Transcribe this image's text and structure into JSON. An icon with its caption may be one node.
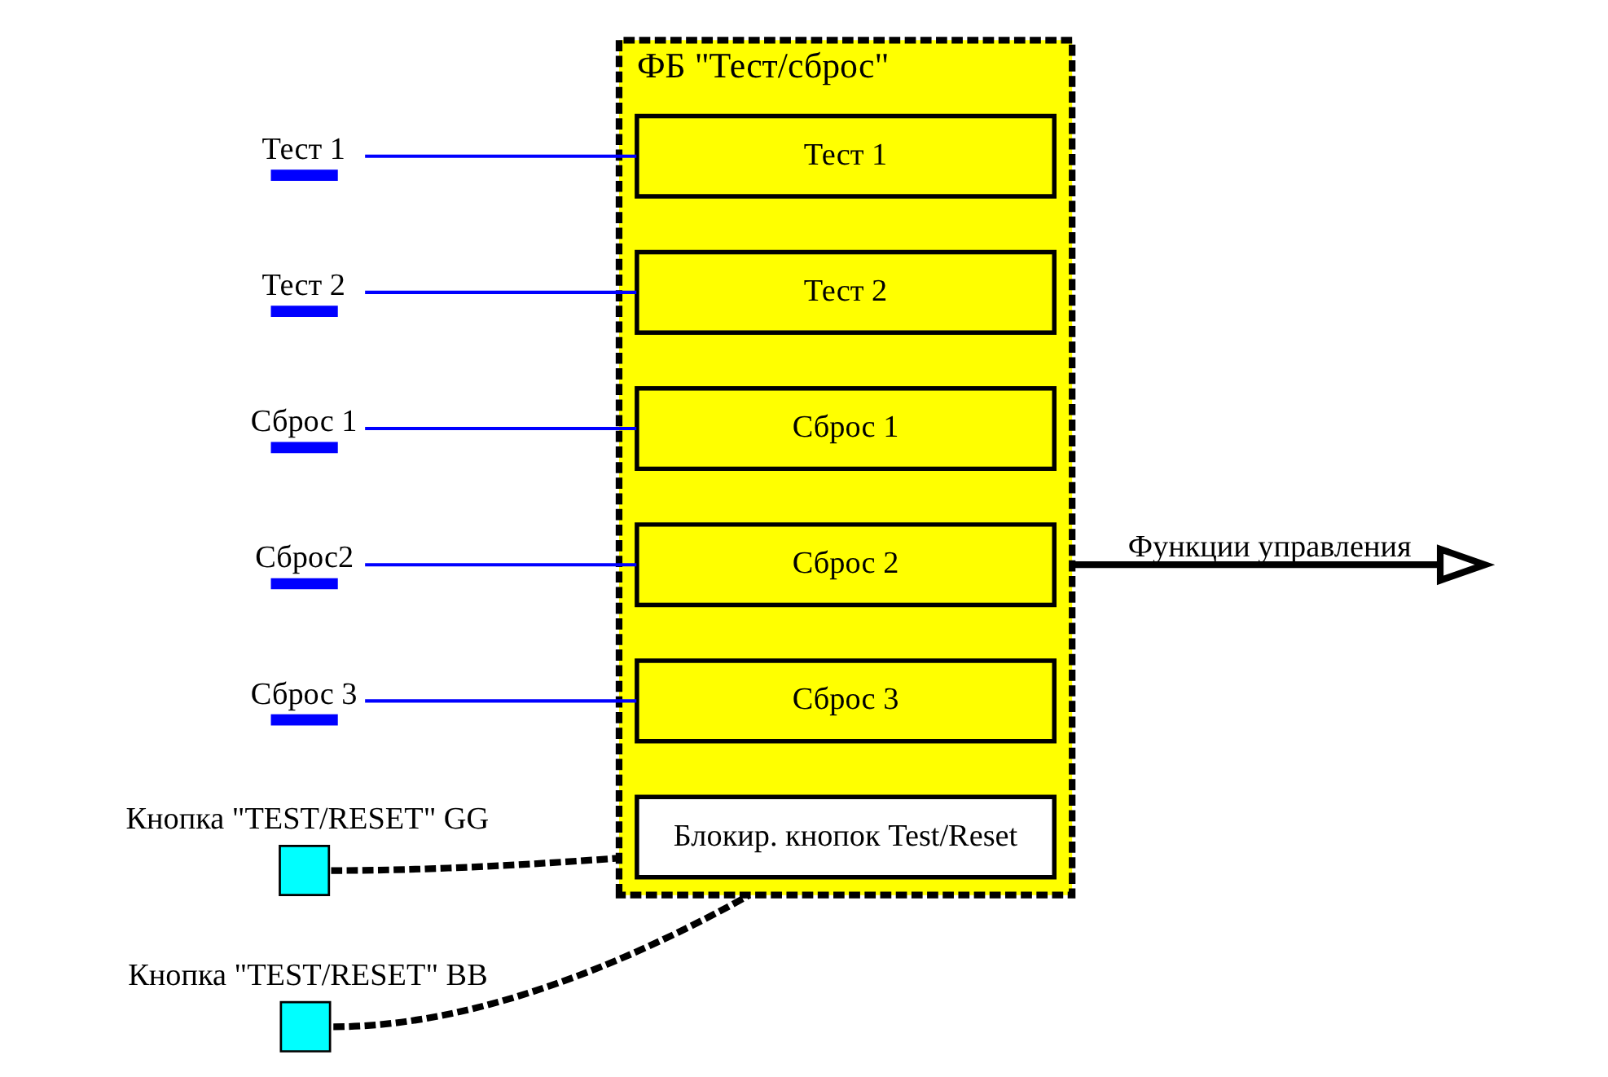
{
  "diagram": {
    "nodes": [
      {
        "text": [
          "ФБ \"Тест/сброс\""
        ]
      },
      {
        "text": [
          "Тест 1"
        ]
      },
      {
        "text": [
          "Тест 1"
        ],
        "in": 0
      },
      {
        "text": [
          "Тест 2"
        ]
      },
      {
        "text": [
          "Тест 2"
        ],
        "in": 0
      },
      {
        "text": [
          "Сброс 1"
        ]
      },
      {
        "text": [
          "Сброс 1"
        ],
        "in": 0
      },
      {
        "text": [
          "Сброс2"
        ]
      },
      {
        "text": [
          "Сброс 2"
        ],
        "in": 0
      },
      {
        "text": [
          "Сброс 3"
        ]
      },
      {
        "text": [
          "Сброс 3"
        ],
        "in": 0
      },
      {
        "text": [
          "Кнопка \"TEST/RESET\" GG"
        ]
      },
      {
        "text": [
          "Блокир. кнопок Test/Reset"
        ],
        "in": 0
      },
      {
        "text": [
          "Кнопка \"TEST/RESET\" BB"
        ]
      }
    ],
    "edges": [
      {
        "from": 1,
        "to": 2,
        "arrow": "none",
        "color": "#0000ff"
      },
      {
        "from": 3,
        "to": 4,
        "arrow": "none",
        "color": "#0000ff"
      },
      {
        "from": 5,
        "to": 6,
        "arrow": "none",
        "color": "#0000ff"
      },
      {
        "from": 7,
        "to": 8,
        "arrow": "none",
        "color": "#0000ff"
      },
      {
        "from": 9,
        "to": 10,
        "arrow": "none",
        "color": "#0000ff"
      },
      {
        "from": 11,
        "to": 0,
        "arrow": "none",
        "style": "dashed",
        "color": "#000000"
      },
      {
        "from": 13,
        "to": 0,
        "arrow": "none",
        "style": "dashed",
        "color": "#000000"
      },
      {
        "from": 0,
        "to": null,
        "arrow": "to",
        "style": "thick",
        "color": "#000000",
        "label": "Функции управления"
      }
    ]
  }
}
